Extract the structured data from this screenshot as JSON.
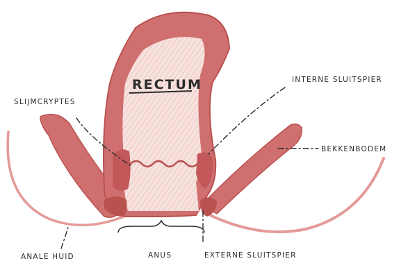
{
  "diagram": {
    "title": "RECTUM",
    "labels": {
      "slijmcryptes": "SLIJMCRYPTES",
      "interne_sluitspier": "INTERNE SLUITSPIER",
      "bekkenbodem": "BEKKENBODEM",
      "anale_huid": "ANALE HUID",
      "anus": "ANUS",
      "externe_sluitspier": "EXTERNE SLUITSPIER"
    },
    "colors": {
      "muscle": "#cf6f70",
      "muscle_dark": "#b9514f",
      "lumen": "#f6dcd8",
      "skin": "#e49a98",
      "ink": "#2b2b2b"
    }
  }
}
